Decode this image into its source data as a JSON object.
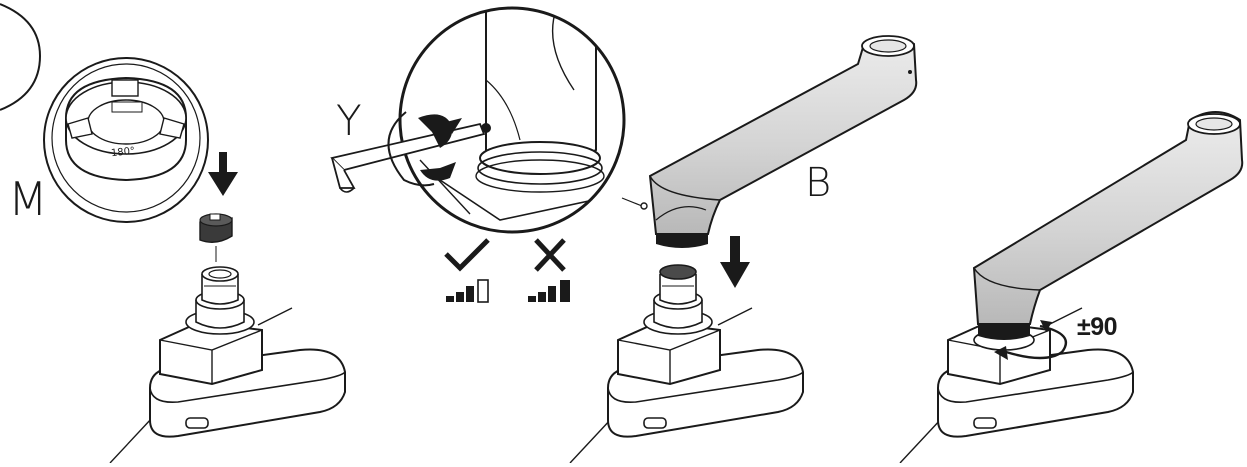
{
  "labels": {
    "part_m": "M",
    "tool_y": "Y",
    "arm_b": "B",
    "rotation": "±90",
    "insert_marking": "180°"
  },
  "icons": {
    "correct": "check-icon",
    "incorrect": "cross-icon",
    "level_low": "signal-bars-partial-icon",
    "level_full": "signal-bars-full-icon"
  },
  "colors": {
    "line": "#1a1a1a",
    "arm_fill": "#d9d9d9",
    "arm_shade": "#bdbdbd",
    "base_fill": "#ffffff"
  }
}
